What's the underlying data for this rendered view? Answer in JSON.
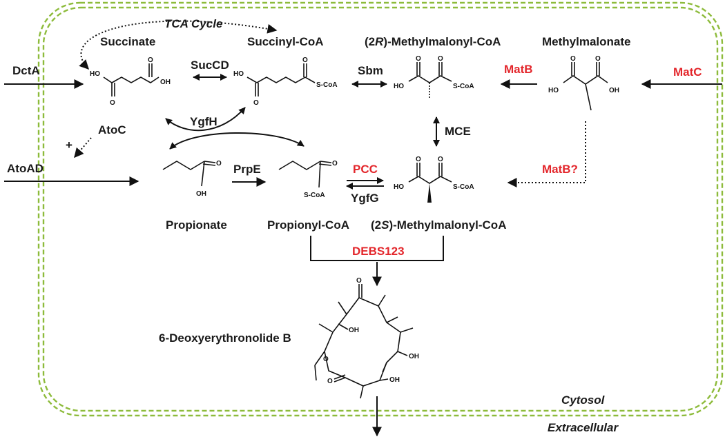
{
  "colors": {
    "membrane": "#8dbb3b",
    "heterologous_enzyme": "#e3262b",
    "text": "#1a1a1a"
  },
  "compartments": {
    "cytosol": "Cytosol",
    "extracellular": "Extracellular"
  },
  "cycle_label": "TCA Cycle",
  "metabolites": {
    "succinate": "Succinate",
    "succinyl_coa": "Succinyl-CoA",
    "methylmalonyl_2r_prefix": "(2",
    "methylmalonyl_2r_stereo": "R",
    "methylmalonyl_2r_suffix": ")-Methylmalonyl-CoA",
    "methylmalonate": "Methylmalonate",
    "propionate": "Propionate",
    "propionyl_coa": "Propionyl-CoA",
    "methylmalonyl_2s_prefix": "(2",
    "methylmalonyl_2s_stereo": "S",
    "methylmalonyl_2s_suffix": ")-Methylmalonyl-CoA",
    "product": "6-Deoxyerythronolide B"
  },
  "enzymes": {
    "dcta": "DctA",
    "succd": "SucCD",
    "sbm": "Sbm",
    "matb": "MatB",
    "matc": "MatC",
    "ygfh": "YgfH",
    "atoc": "AtoC",
    "atoad": "AtoAD",
    "mce": "MCE",
    "prpe": "PrpE",
    "pcc": "PCC",
    "ygfg": "YgfG",
    "matb_q": "MatB?",
    "debs": "DEBS123"
  },
  "regulation": {
    "activation": "+"
  },
  "atoms": {
    "hydroxyl": "HO",
    "hydroxyl_r": "OH",
    "oxygen": "O",
    "coa": "S-CoA"
  }
}
